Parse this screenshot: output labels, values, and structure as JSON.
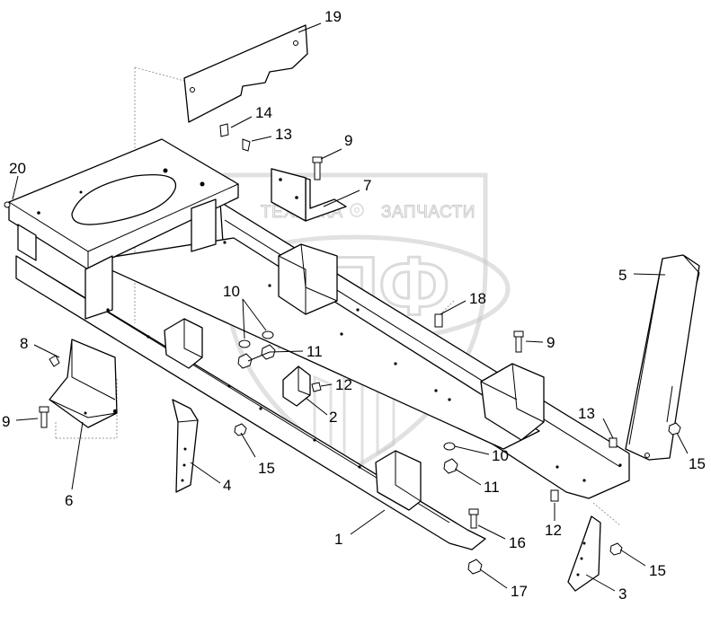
{
  "watermark": {
    "logo_text": "ЭПФ",
    "caption_left": "ТЕХНИКА",
    "caption_right": "ЗАПЧАСТИ",
    "icon": "gear-icon"
  },
  "callouts": [
    {
      "id": "c1",
      "label": "1"
    },
    {
      "id": "c2",
      "label": "2"
    },
    {
      "id": "c3",
      "label": "3"
    },
    {
      "id": "c4",
      "label": "4"
    },
    {
      "id": "c5",
      "label": "5"
    },
    {
      "id": "c6",
      "label": "6"
    },
    {
      "id": "c7",
      "label": "7"
    },
    {
      "id": "c8",
      "label": "8"
    },
    {
      "id": "c9a",
      "label": "9"
    },
    {
      "id": "c9b",
      "label": "9"
    },
    {
      "id": "c9c",
      "label": "9"
    },
    {
      "id": "c10a",
      "label": "10"
    },
    {
      "id": "c10b",
      "label": "10"
    },
    {
      "id": "c11a",
      "label": "11"
    },
    {
      "id": "c11b",
      "label": "11"
    },
    {
      "id": "c12a",
      "label": "12"
    },
    {
      "id": "c12b",
      "label": "12"
    },
    {
      "id": "c13a",
      "label": "13"
    },
    {
      "id": "c13b",
      "label": "13"
    },
    {
      "id": "c14",
      "label": "14"
    },
    {
      "id": "c15a",
      "label": "15"
    },
    {
      "id": "c15b",
      "label": "15"
    },
    {
      "id": "c15c",
      "label": "15"
    },
    {
      "id": "c16",
      "label": "16"
    },
    {
      "id": "c17",
      "label": "17"
    },
    {
      "id": "c18",
      "label": "18"
    },
    {
      "id": "c19",
      "label": "19"
    },
    {
      "id": "c20",
      "label": "20"
    }
  ]
}
